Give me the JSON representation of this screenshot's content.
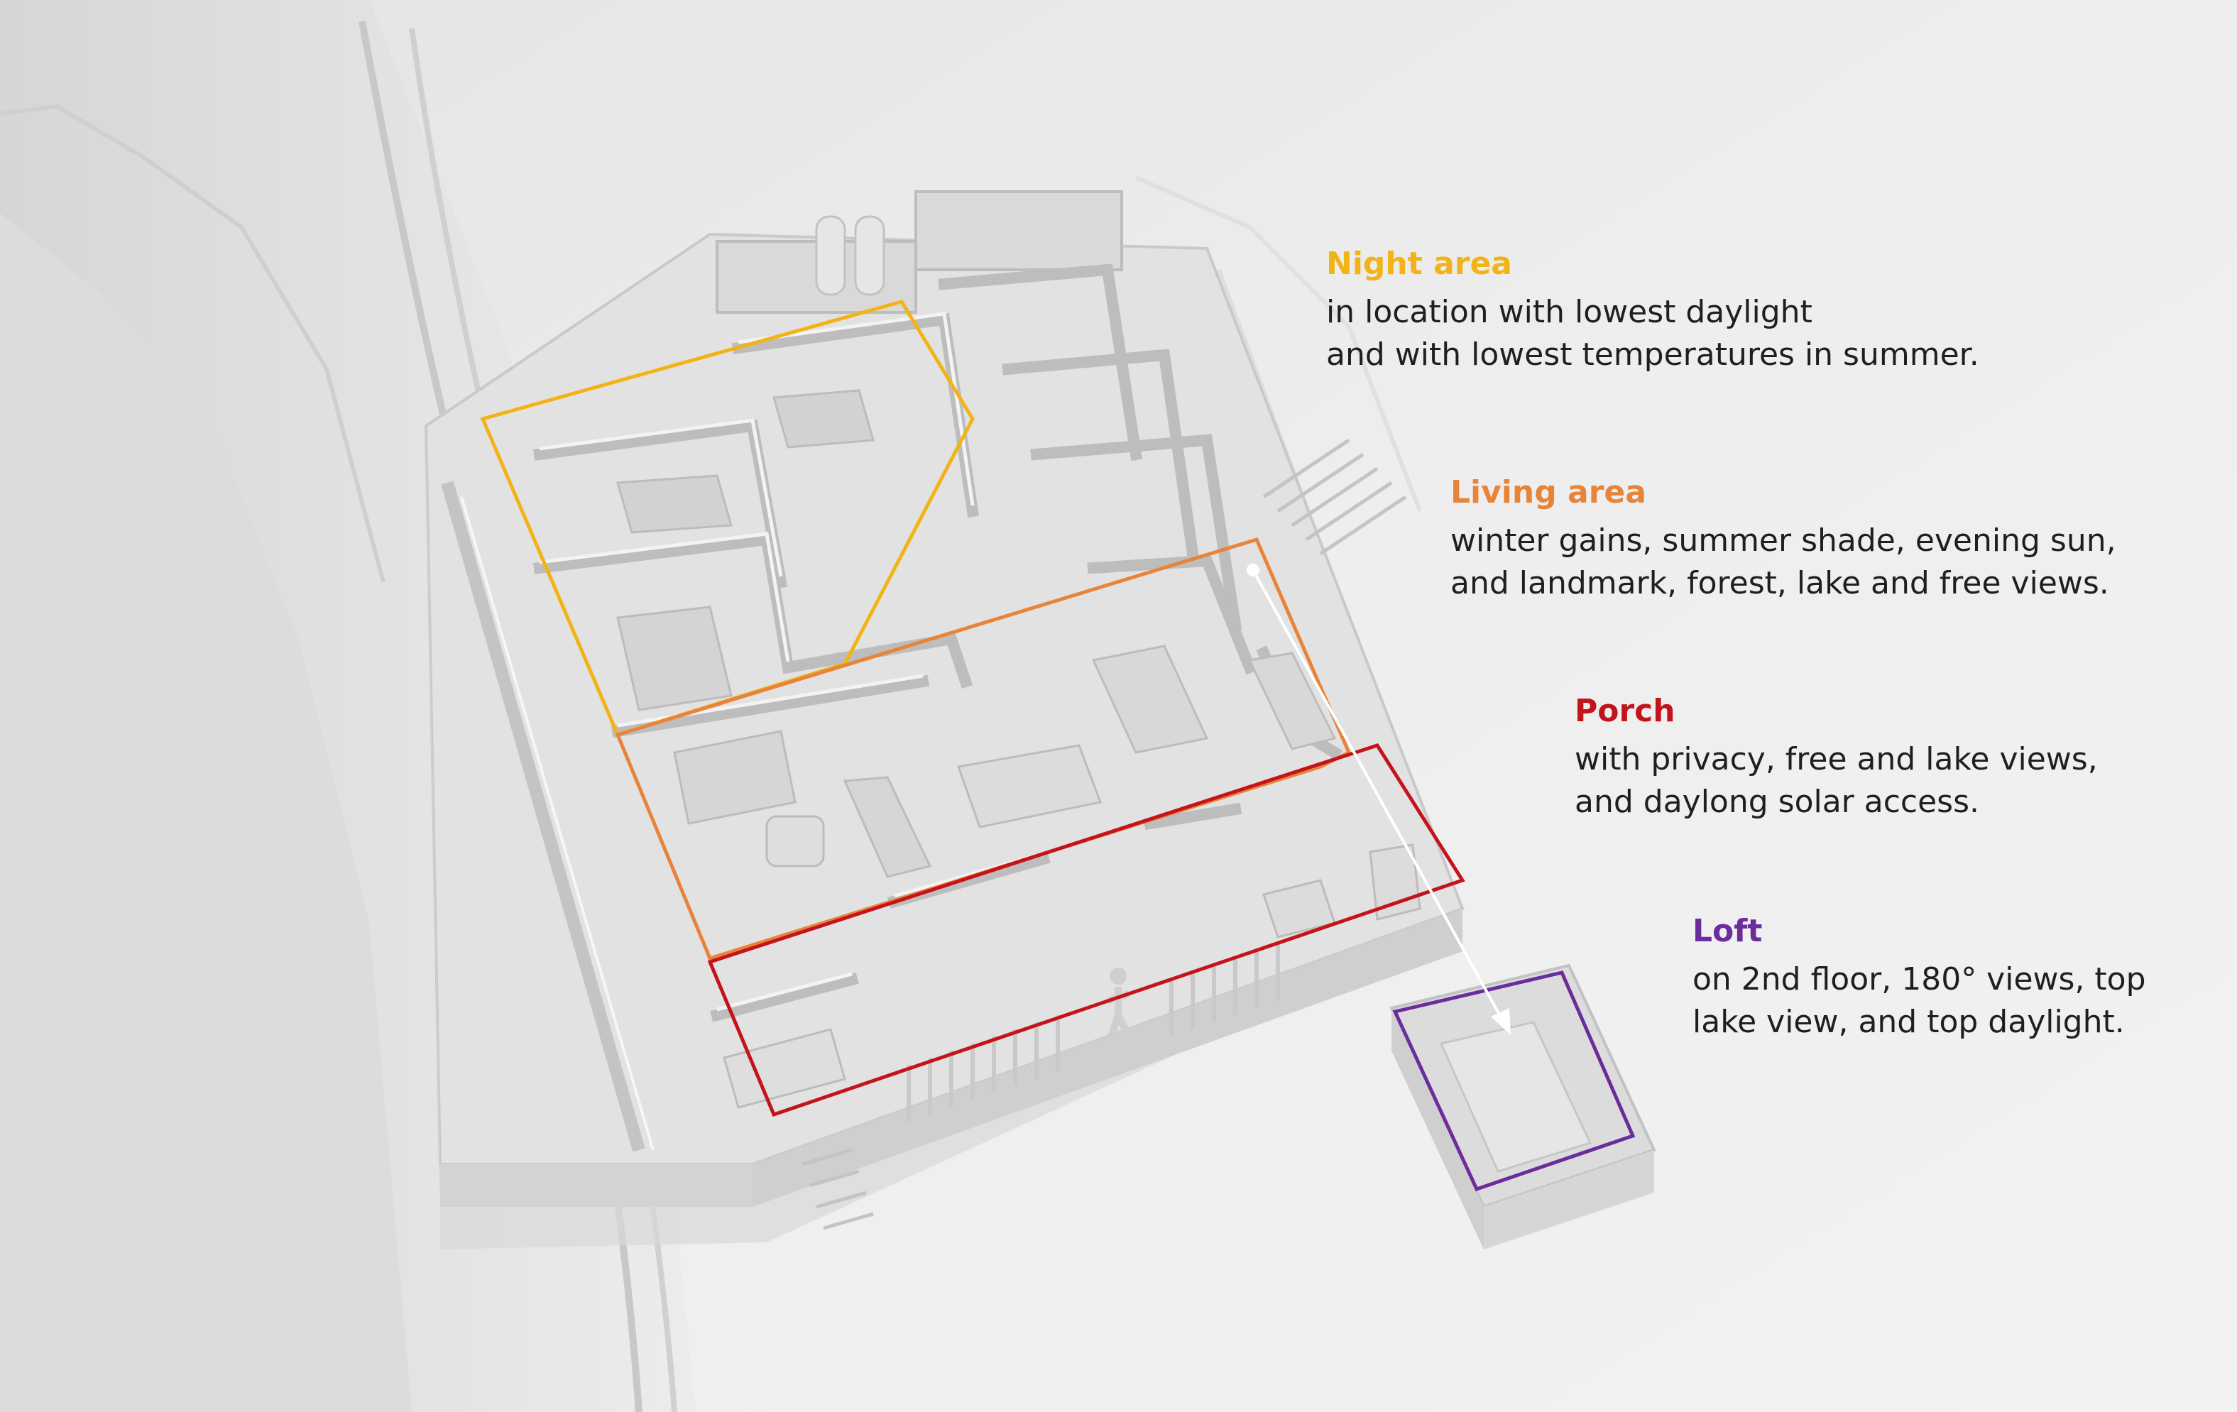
{
  "areas": [
    {
      "id": "night",
      "title": "Night area",
      "color": "#f2b316",
      "lines": [
        "in location with lowest daylight",
        "and with lowest temperatures in summer."
      ]
    },
    {
      "id": "living",
      "title": "Living area",
      "color": "#e8843a",
      "lines": [
        "winter gains, summer shade, evening sun,",
        "and landmark, forest, lake and free views."
      ]
    },
    {
      "id": "porch",
      "title": "Porch",
      "color": "#c4141b",
      "lines": [
        "with privacy, free and lake views,",
        "and daylong solar access."
      ]
    },
    {
      "id": "loft",
      "title": "Loft",
      "color": "#6b2c9c",
      "lines": [
        "on 2nd floor, 180° views, top",
        "lake view, and top daylight."
      ]
    }
  ]
}
